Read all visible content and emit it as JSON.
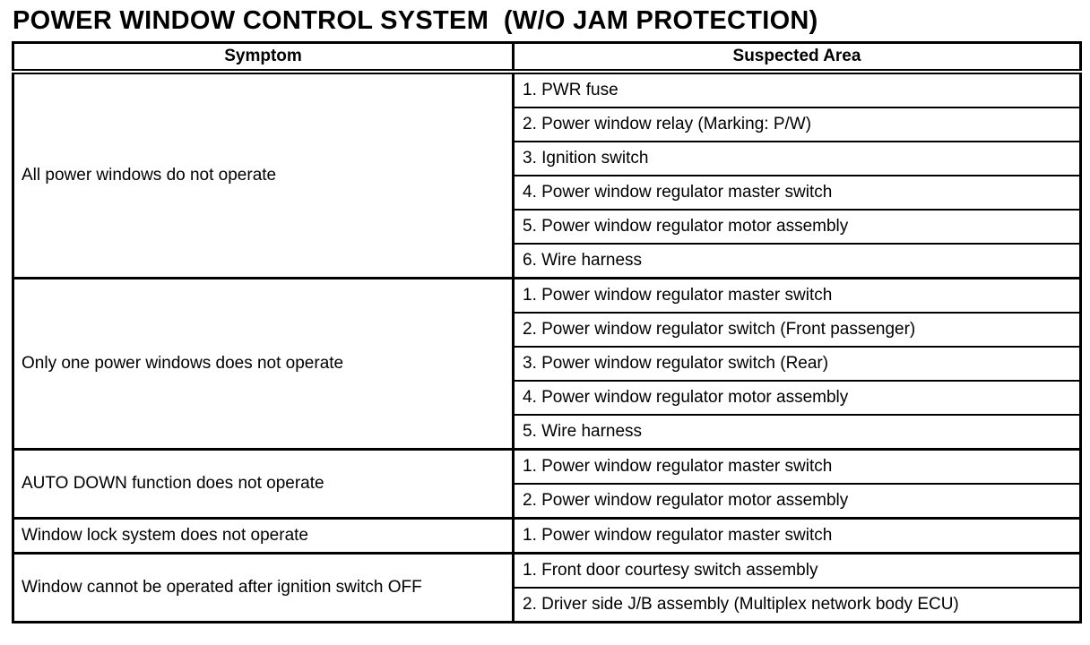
{
  "title": "POWER WINDOW CONTROL SYSTEM  (W/O JAM PROTECTION)",
  "table": {
    "headers": {
      "symptom": "Symptom",
      "suspected_area": "Suspected Area"
    },
    "groups": [
      {
        "symptom": "All power windows do not operate",
        "areas": [
          "1. PWR fuse",
          "2. Power window relay (Marking: P/W)",
          "3. Ignition switch",
          "4. Power window regulator master switch",
          "5. Power window regulator motor assembly",
          "6. Wire harness"
        ]
      },
      {
        "symptom": "Only one power windows does not operate",
        "areas": [
          "1. Power window regulator master switch",
          "2. Power window regulator switch (Front passenger)",
          "3. Power window regulator switch (Rear)",
          "4. Power window regulator motor assembly",
          "5. Wire harness"
        ]
      },
      {
        "symptom": "AUTO DOWN function does not operate",
        "areas": [
          "1. Power window regulator master switch",
          "2. Power window regulator motor assembly"
        ]
      },
      {
        "symptom": "Window lock system does not operate",
        "areas": [
          "1. Power window regulator master switch"
        ]
      },
      {
        "symptom": "Window cannot be operated after ignition switch OFF",
        "areas": [
          "1. Front door courtesy switch assembly",
          "2. Driver side J/B assembly (Multiplex network body ECU)"
        ]
      }
    ]
  },
  "colors": {
    "text": "#000000",
    "border": "#000000",
    "background": "#ffffff"
  }
}
